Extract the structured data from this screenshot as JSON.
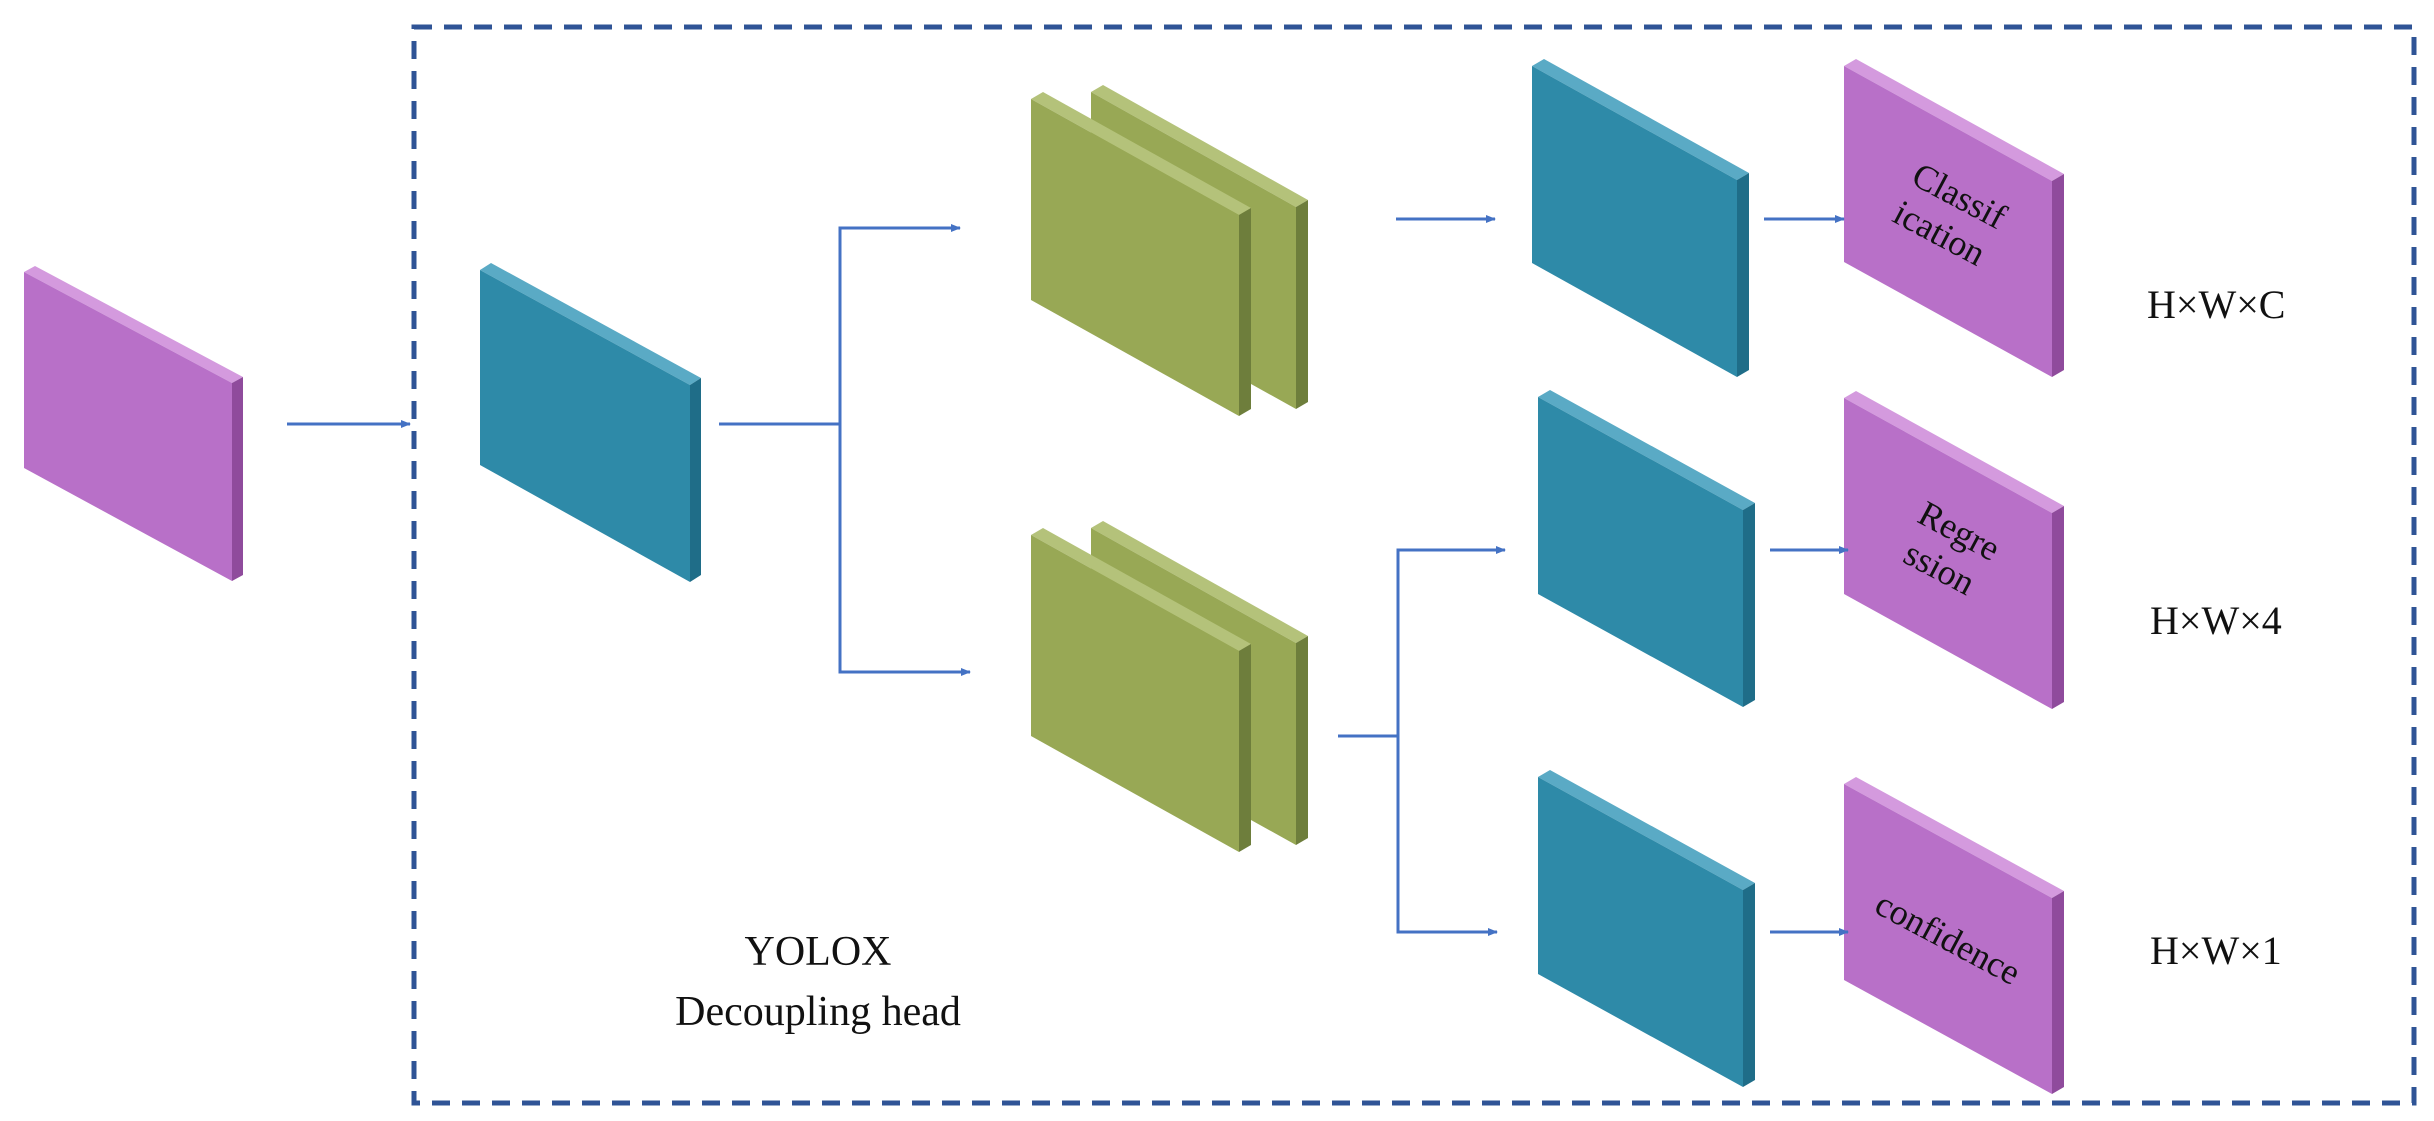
{
  "caption": {
    "line1": "YOLOX",
    "line2": "Decoupling head"
  },
  "blocks": {
    "classification": {
      "line1": "Classif",
      "line2": "ication"
    },
    "regression": {
      "line1": "Regre",
      "line2": "ssion"
    },
    "confidence": {
      "line1": "confidence"
    }
  },
  "output_shapes": {
    "classification": "H×W×C",
    "regression": "H×W×4",
    "confidence": "H×W×1"
  },
  "colors": {
    "magenta": "#b870c8",
    "teal": "#2e8aa8",
    "green": "#98a855",
    "arrow": "#4472c4",
    "dash_border": "#2f5496"
  }
}
